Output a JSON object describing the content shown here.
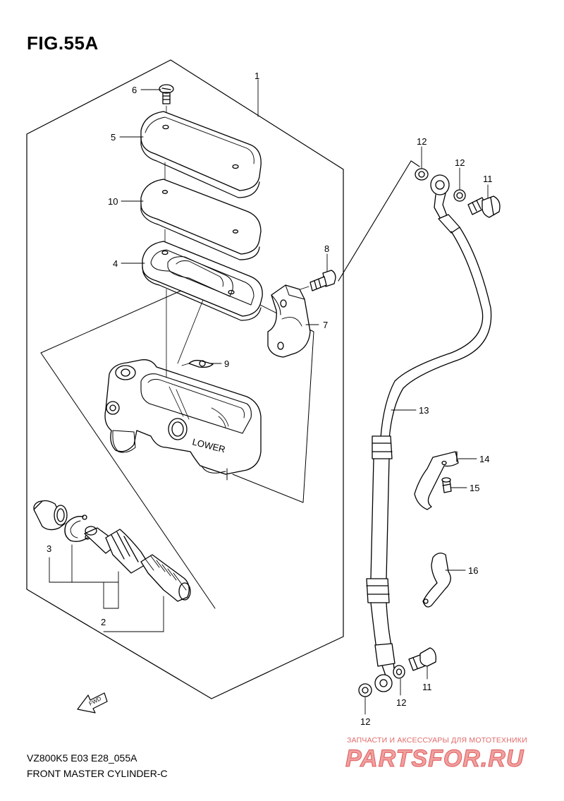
{
  "figure": {
    "title": "FIG.55A",
    "model_code": "VZ800K5 E03 E28_055A",
    "assembly_name": "FRONT MASTER CYLINDER-C"
  },
  "callouts": {
    "c1": "1",
    "c2": "2",
    "c3": "3",
    "c4": "4",
    "c5": "5",
    "c6": "6",
    "c7": "7",
    "c8": "8",
    "c9": "9",
    "c10": "10",
    "c11a": "11",
    "c11b": "11",
    "c12a": "12",
    "c12b": "12",
    "c12c": "12",
    "c12d": "12",
    "c13": "13",
    "c14": "14",
    "c15": "15",
    "c16": "16"
  },
  "labels": {
    "lower": "LOWER",
    "fwd": "FWD"
  },
  "watermark": {
    "tagline": "ЗАПЧАСТИ И АКСЕССУАРЫ ДЛЯ МОТОТЕХНИКИ",
    "brand": "PARTSFOR.RU",
    "color": "#e05a5a"
  }
}
